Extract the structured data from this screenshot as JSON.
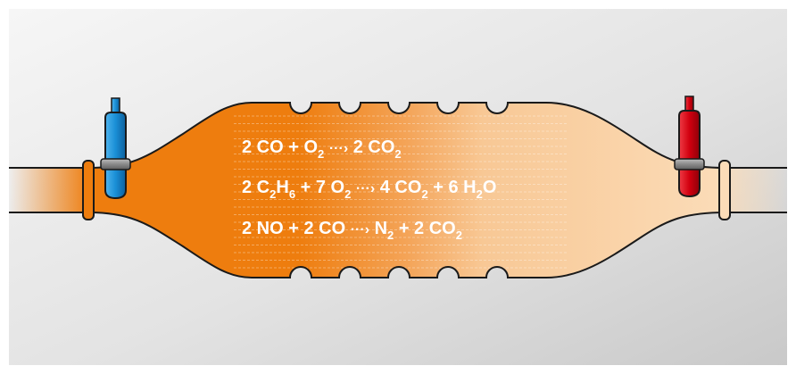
{
  "colors": {
    "hot": "#ee7d0e",
    "cool": "#fbdcb8",
    "sensor_in": "#1a8fd6",
    "sensor_out": "#d2000f",
    "clamp": "#8a8a8a",
    "outline": "#1a1a1a",
    "text": "#ffffff"
  },
  "equations": [
    {
      "parts": [
        {
          "t": "2 CO + O"
        },
        {
          "t": "2",
          "sub": true
        },
        {
          "t": " "
        },
        {
          "arrow": true
        },
        {
          "t": " 2 CO"
        },
        {
          "t": "2",
          "sub": true
        }
      ]
    },
    {
      "parts": [
        {
          "t": "2 C"
        },
        {
          "t": "2",
          "sub": true
        },
        {
          "t": "H"
        },
        {
          "t": "6",
          "sub": true
        },
        {
          "t": " + 7 O"
        },
        {
          "t": "2",
          "sub": true
        },
        {
          "t": " "
        },
        {
          "arrow": true
        },
        {
          "t": " 4 CO"
        },
        {
          "t": "2",
          "sub": true
        },
        {
          "t": " + 6 H"
        },
        {
          "t": "2",
          "sub": true
        },
        {
          "t": "O"
        }
      ]
    },
    {
      "parts": [
        {
          "t": "2 NO + 2 CO "
        },
        {
          "arrow": true
        },
        {
          "t": " N"
        },
        {
          "t": "2",
          "sub": true
        },
        {
          "t": " + 2 CO"
        },
        {
          "t": "2",
          "sub": true
        }
      ]
    }
  ],
  "icons": {
    "arrow": "dotted-reaction-arrow-icon",
    "sensor_in": "upstream-lambda-sensor-icon",
    "sensor_out": "downstream-lambda-sensor-icon"
  }
}
